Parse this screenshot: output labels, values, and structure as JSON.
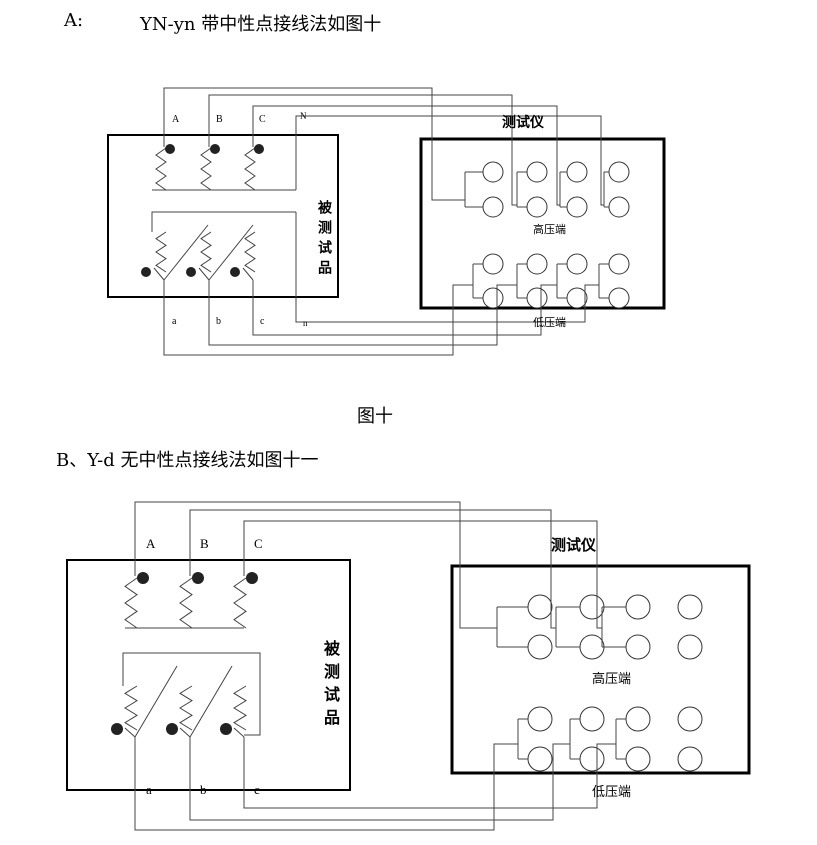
{
  "section_a": {
    "prefix": "A:",
    "title": "YN-yn 带中性点接线法如图十",
    "caption": "图十"
  },
  "section_b": {
    "title": "B、Y-d 无中性点接线法如图十一"
  },
  "fig10": {
    "hv_terminals": [
      "A",
      "B",
      "C",
      "N"
    ],
    "lv_terminals": [
      "a",
      "b",
      "c",
      "n"
    ],
    "dut_label": "被测试品",
    "tester_label": "测试仪",
    "hv_side_label": "高压端",
    "lv_side_label": "低压端"
  },
  "fig11": {
    "hv_terminals": [
      "A",
      "B",
      "C"
    ],
    "lv_terminals": [
      "a",
      "b",
      "c"
    ],
    "dut_label": "被测试品",
    "tester_label": "测试仪",
    "hv_side_label": "高压端",
    "lv_side_label": "低压端"
  }
}
